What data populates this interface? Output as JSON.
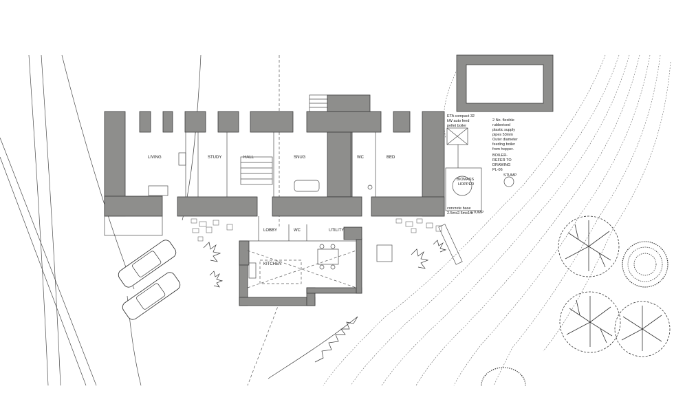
{
  "rooms": {
    "living": "LIVING",
    "study": "STUDY",
    "hall": "HALL",
    "snug": "SNUG",
    "wc_upper": "WC",
    "bed": "BED",
    "lobby": "LOBBY",
    "wc_lower": "WC",
    "utility": "UTILITY",
    "kitchen": "KITCHEN"
  },
  "notes": {
    "eta": [
      "ETA compact 32",
      "kW auto feed",
      "pellet boiler"
    ],
    "pipes": [
      "2 No. flexible",
      "rubberised",
      "plastic supply",
      "pipes 53mm",
      "Outer diameter",
      "feeding boiler",
      "from hopper."
    ],
    "boiler": [
      "BOILER-",
      "REFER TO",
      "DRAWING",
      "PL-06"
    ],
    "hopper": [
      "BIOMASS",
      "HOPPER"
    ],
    "base": [
      "concrete base",
      "2.5mx2.5mx1m"
    ],
    "stump1": "STUMP",
    "stump2": "STUMP"
  },
  "colors": {
    "wall": "#8e8e8c",
    "line": "#3a3a3a",
    "background": "#ffffff"
  }
}
